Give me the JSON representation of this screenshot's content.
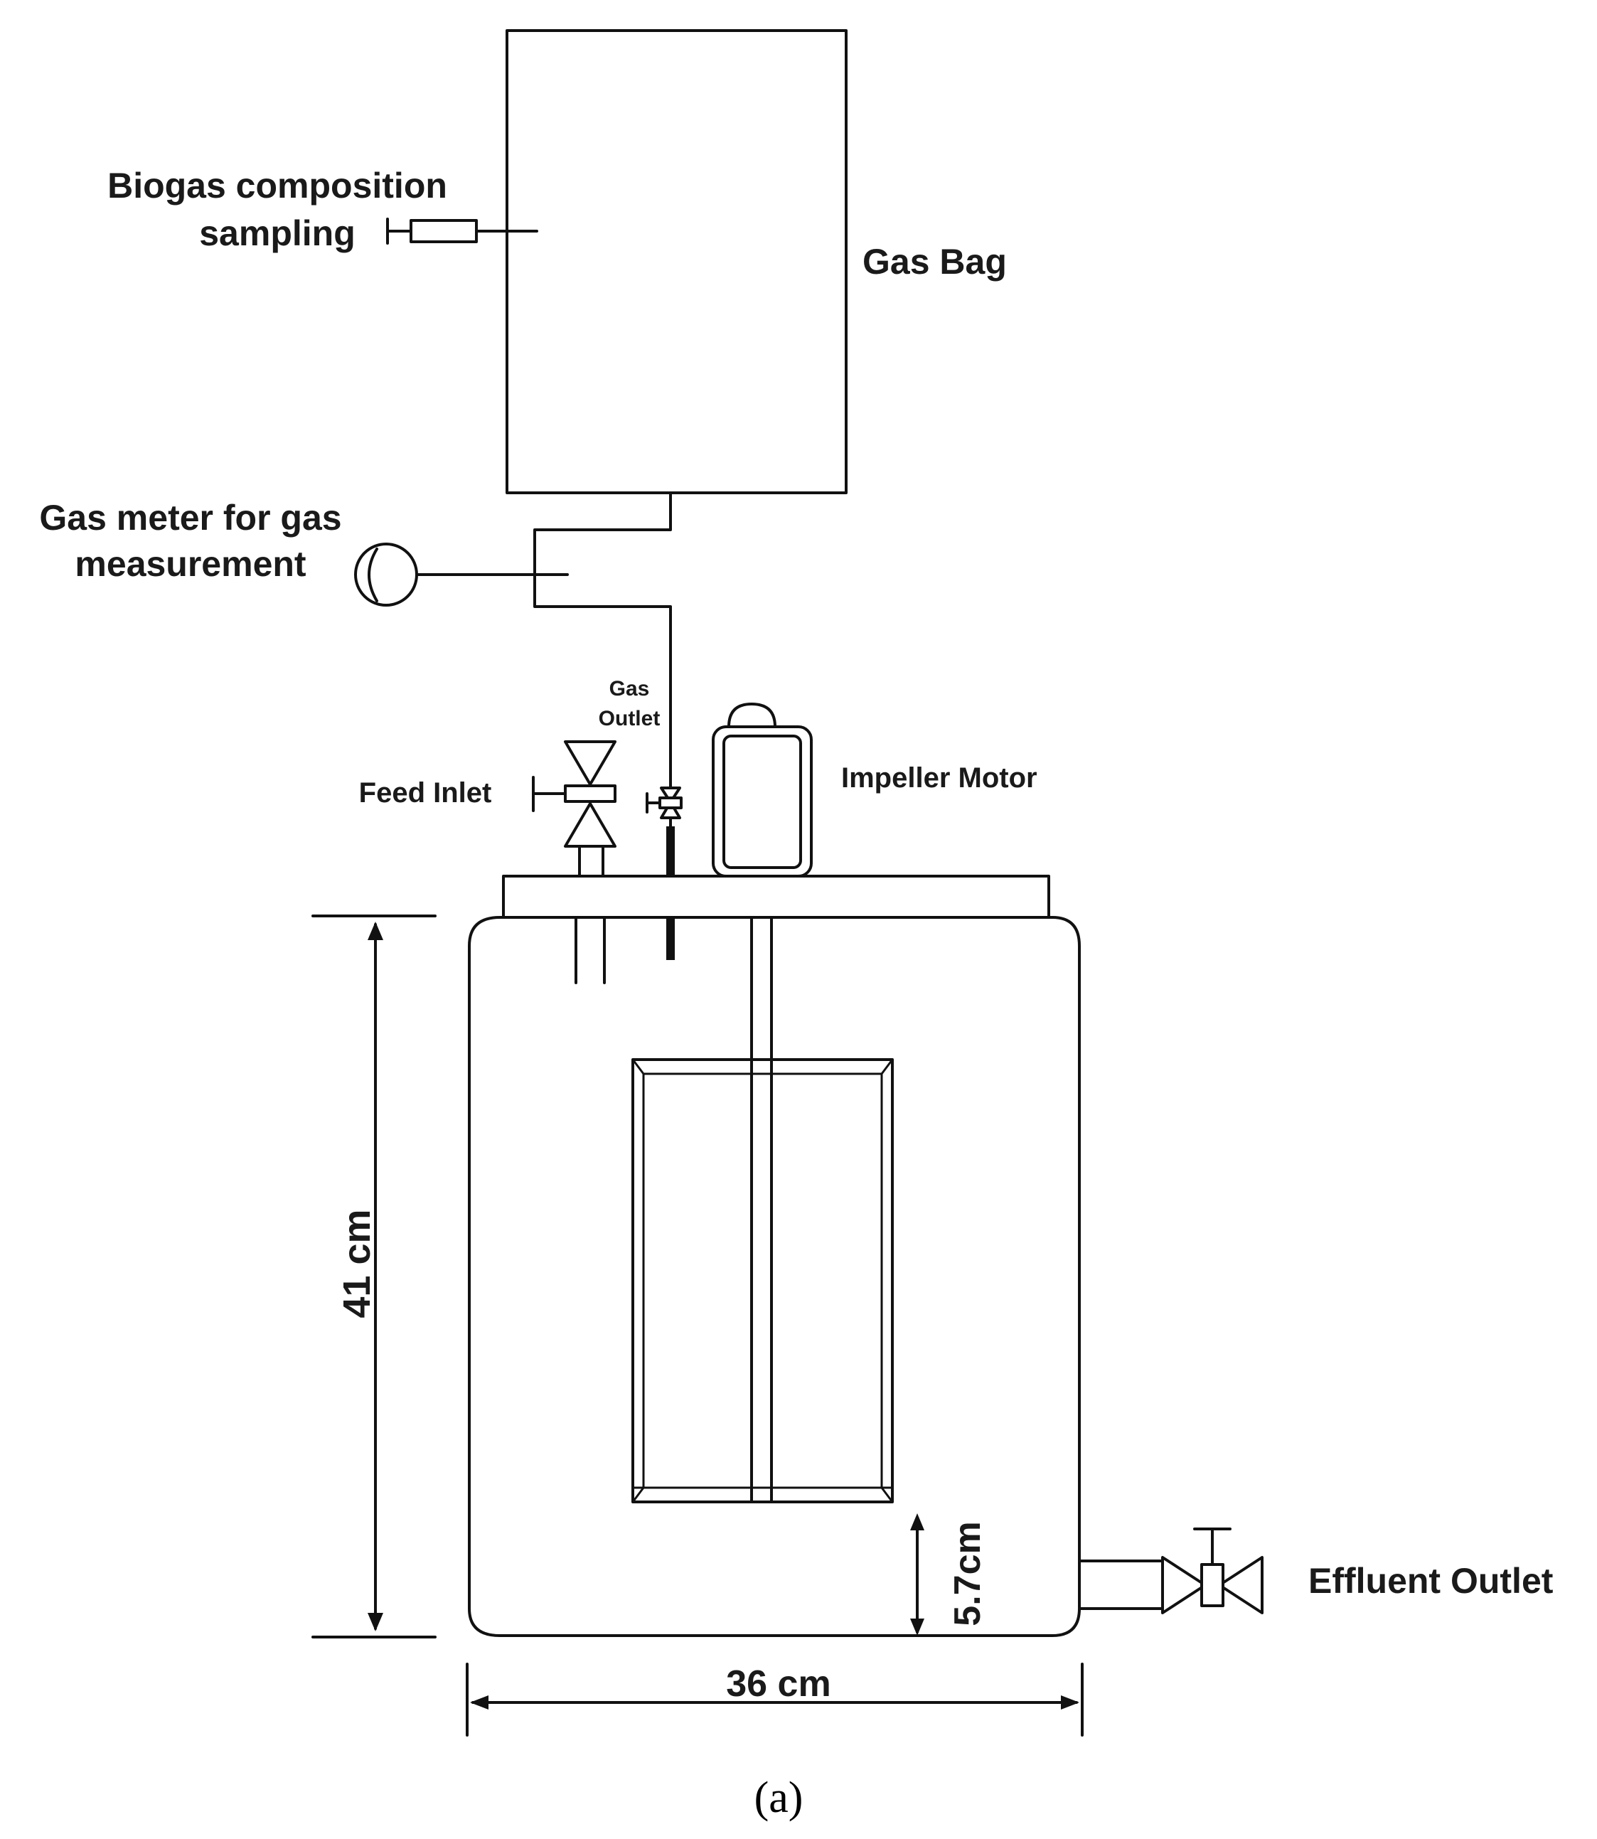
{
  "labels": {
    "biogas_sampling_line1": "Biogas composition",
    "biogas_sampling_line2": "sampling",
    "gas_bag": "Gas Bag",
    "gas_meter_line1": "Gas meter for gas",
    "gas_meter_line2": "measurement",
    "gas_outlet_line1": "Gas",
    "gas_outlet_line2": "Outlet",
    "feed_inlet": "Feed Inlet",
    "impeller_motor": "Impeller Motor",
    "effluent_outlet": "Effluent Outlet"
  },
  "dimensions": {
    "height": "41 cm",
    "width": "36 cm",
    "impeller_clearance": "5.7cm"
  },
  "caption": "(a)"
}
